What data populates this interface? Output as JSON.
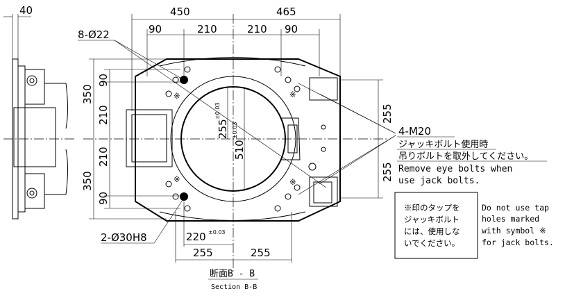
{
  "dimensions": {
    "side_width": "40",
    "left_half": "450",
    "right_half": "465",
    "top_90_left": "90",
    "top_210_left": "210",
    "top_210_right": "210",
    "top_90_right": "90",
    "holes_22": "8-Ø22",
    "left_350_top": "350",
    "left_90_top": "90",
    "left_210_top": "210",
    "left_210_bottom": "210",
    "left_90_bottom": "90",
    "left_350_bottom": "350",
    "right_255_top": "255",
    "right_255_bottom": "255",
    "bore_radius": "255",
    "bore_radius_tol": "±0.03",
    "bore_dia": "510",
    "bore_dia_tol": "±0.03",
    "pin_holes": "2-Ø30H8",
    "pin_offset": "220",
    "pin_offset_tol": "±0.03",
    "bottom_255_left": "255",
    "bottom_255_right": "255"
  },
  "notes": {
    "tap": "4-M20",
    "jp_line1": "ジャッキボルト使用時",
    "jp_line2": "吊りボルトを取外してください。",
    "en_line1": "Remove eye bolts when",
    "en_line2": "use jack bolts.",
    "box_jp": [
      "※印のタップを",
      "ジャッキボルト",
      "には、使用しな",
      "いでください。"
    ],
    "box_en": [
      "Do not use tap",
      "holes marked",
      "with symbol ※",
      "for jack bolts."
    ]
  },
  "caption": {
    "jp": "断面B - B",
    "en": "Section B-B"
  }
}
